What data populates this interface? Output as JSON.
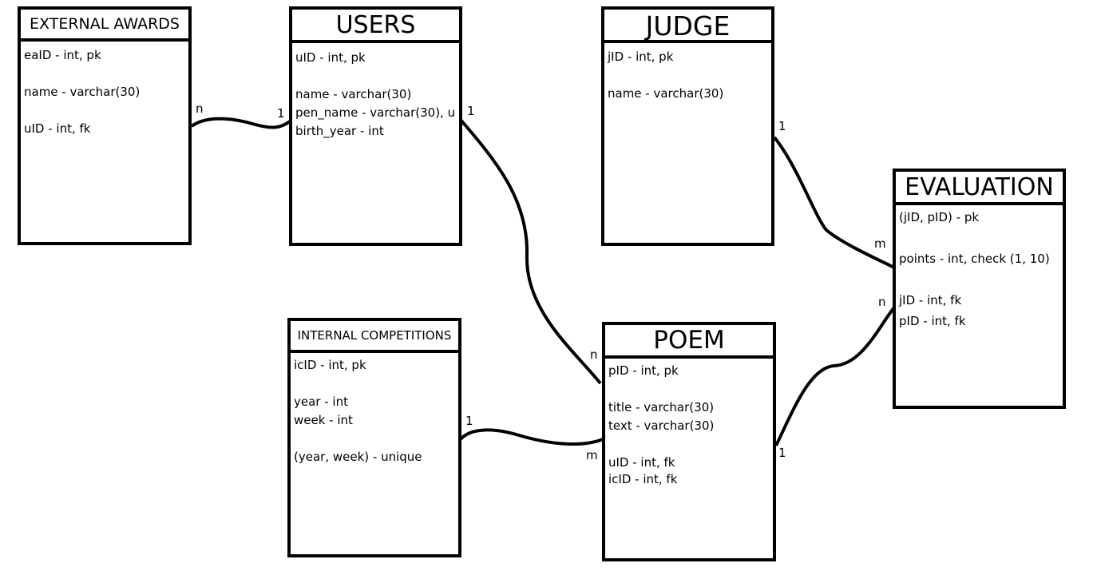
{
  "entities": {
    "external_awards": {
      "title": "EXTERNAL AWARDS",
      "attrs": [
        "eaID - int, pk",
        "name - varchar(30)",
        "uID - int, fk"
      ]
    },
    "users": {
      "title": "USERS",
      "attrs": [
        "uID - int, pk",
        "name - varchar(30)",
        "pen_name - varchar(30), u",
        "birth_year - int"
      ]
    },
    "judge": {
      "title": "JUDGE",
      "attrs": [
        "jID - int, pk",
        "name - varchar(30)"
      ]
    },
    "evaluation": {
      "title": "EVALUATION",
      "attrs": [
        "(jID, pID) - pk",
        "points - int, check (1, 10)",
        "jID - int, fk",
        "pID - int, fk"
      ]
    },
    "internal_competitions": {
      "title": "INTERNAL COMPETITIONS",
      "attrs": [
        "icID - int, pk",
        "year - int",
        "week - int",
        "(year, week) - unique"
      ]
    },
    "poem": {
      "title": "POEM",
      "attrs": [
        "pID - int, pk",
        "title - varchar(30)",
        "text - varchar(30)",
        "uID - int, fk",
        "icID - int, fk"
      ]
    }
  },
  "relationships": {
    "awards_users": {
      "from_card": "n",
      "to_card": "1"
    },
    "users_poem": {
      "from_card": "1",
      "to_card": "n"
    },
    "judge_evaluation": {
      "from_card": "1",
      "to_card": "m"
    },
    "poem_evaluation": {
      "from_card": "1",
      "to_card": "n"
    },
    "competitions_poem": {
      "from_card": "1",
      "to_card": "m"
    }
  }
}
